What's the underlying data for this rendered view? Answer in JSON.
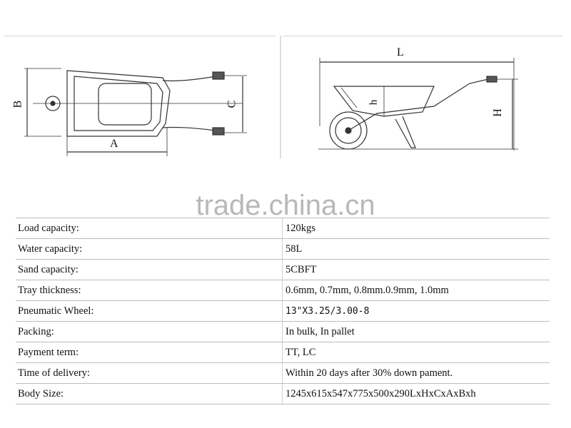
{
  "top_view": {
    "labels": {
      "a": "A",
      "b": "B",
      "c": "C"
    },
    "icon": "wheelbarrow-top-view-diagram"
  },
  "side_view": {
    "labels": {
      "l": "L",
      "h_lower": "h",
      "h_upper": "H"
    },
    "icon": "wheelbarrow-side-view-diagram"
  },
  "watermark": "trade.china.cn",
  "specs": [
    {
      "label": "Load capacity:",
      "value": "120kgs"
    },
    {
      "label": "Water capacity:",
      "value": "58L"
    },
    {
      "label": "Sand capacity:",
      "value": "5CBFT"
    },
    {
      "label": "Tray thickness:",
      "value": "0.6mm, 0.7mm, 0.8mm.0.9mm, 1.0mm"
    },
    {
      "label": "Pneumatic Wheel:",
      "value": "13\"X3.25/3.00-8"
    },
    {
      "label": "Packing:",
      "value": "In bulk, In pallet"
    },
    {
      "label": "Payment term:",
      "value": "TT, LC"
    },
    {
      "label": "Time of delivery:",
      "value": "Within 20 days after 30% down pament."
    },
    {
      "label": "Body Size:",
      "value": "1245x615x547x775x500x290LxHxCxAxBxh"
    }
  ],
  "colors": {
    "line": "#333333",
    "border": "#bdbdbd",
    "watermark": "#b8b8b8"
  }
}
